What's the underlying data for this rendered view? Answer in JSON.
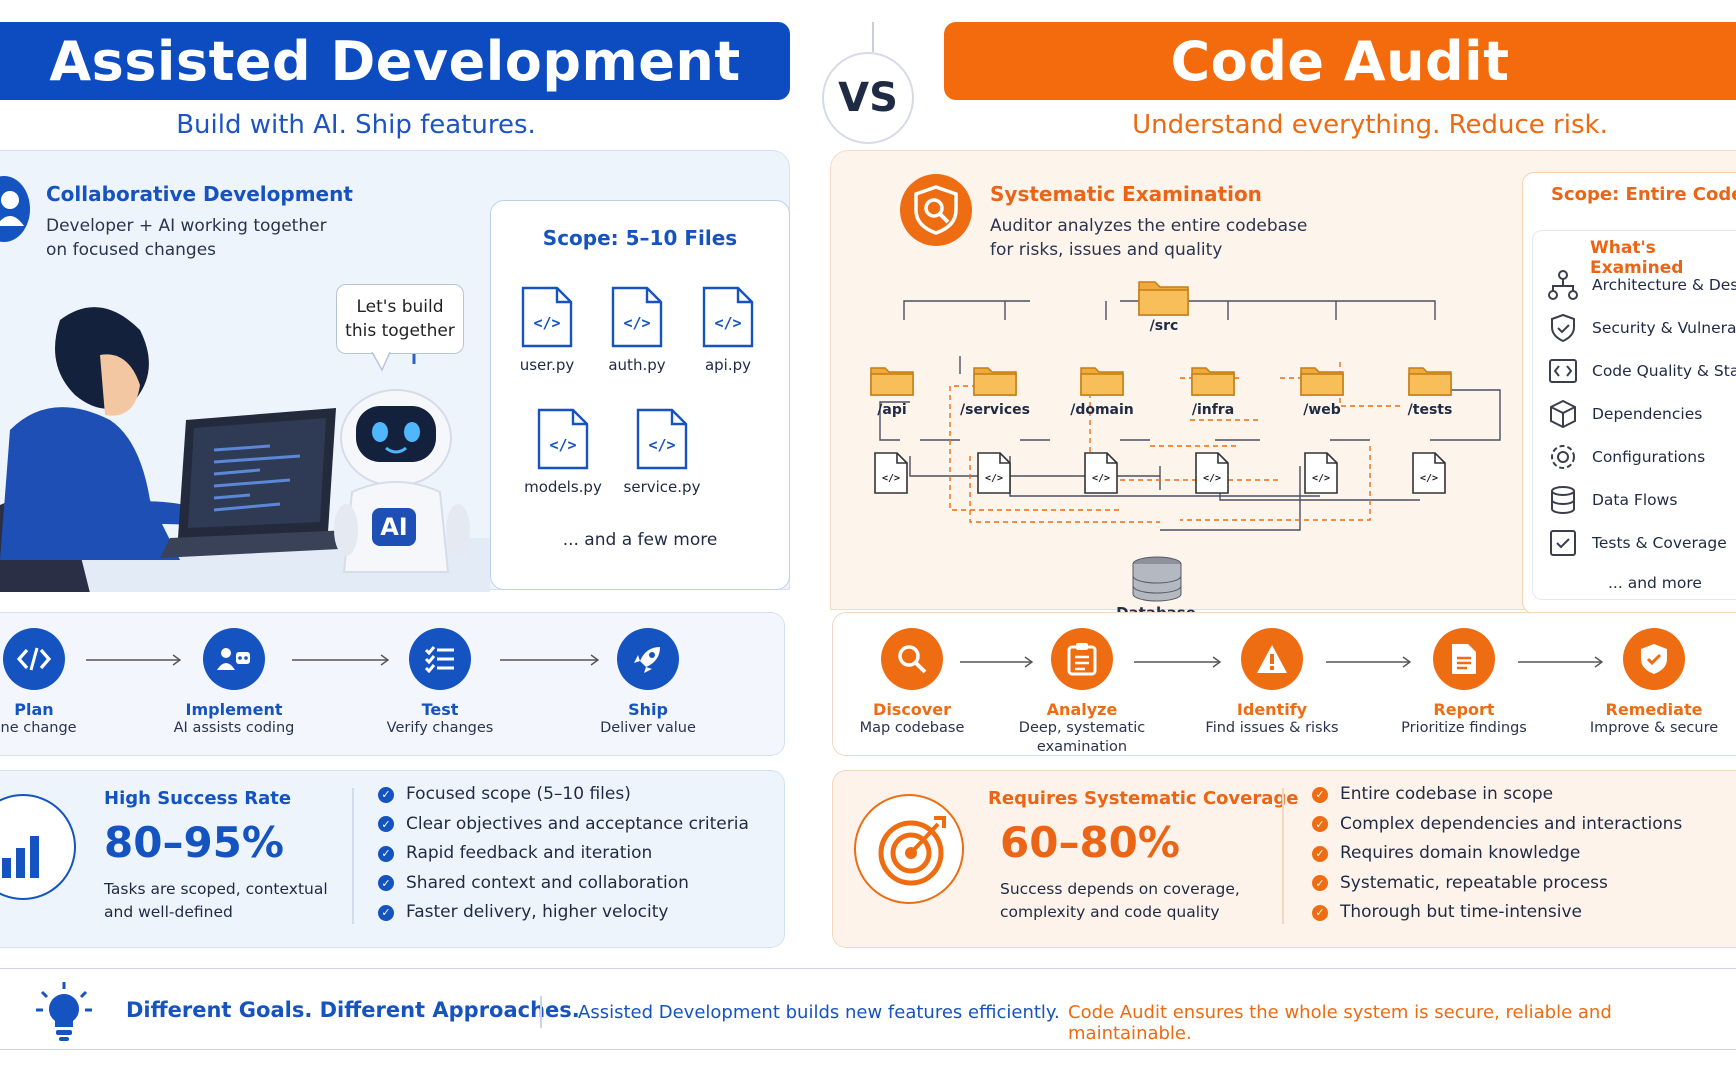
{
  "left": {
    "title": "Assisted Development",
    "tagline": "Build with AI. Ship features.",
    "card_title": "Collaborative Development",
    "card_desc_1": "Developer + AI working together",
    "card_desc_2": "on focused changes",
    "bubble_1": "Let's build",
    "bubble_2": "this together",
    "robot_label": "AI",
    "scope_title": "Scope: 5–10 Files",
    "files": [
      "user.py",
      "auth.py",
      "api.py",
      "models.py",
      "service.py"
    ],
    "files_more": "... and a few more",
    "steps": [
      {
        "name": "Plan",
        "sub": "fine change"
      },
      {
        "name": "Implement",
        "sub": "AI assists coding"
      },
      {
        "name": "Test",
        "sub": "Verify changes"
      },
      {
        "name": "Ship",
        "sub": "Deliver value"
      }
    ],
    "success_title": "High Success Rate",
    "success_value": "80–95%",
    "success_desc_1": "Tasks are scoped, contextual",
    "success_desc_2": "and well-defined",
    "checks": [
      "Focused scope (5–10 files)",
      "Clear objectives and acceptance criteria",
      "Rapid feedback and iteration",
      "Shared context and collaboration",
      "Faster delivery, higher velocity"
    ],
    "color": "#1553c0"
  },
  "vs": "VS",
  "right": {
    "title": "Code Audit",
    "tagline": "Understand everything. Reduce risk.",
    "card_title": "Systematic Examination",
    "card_desc_1": "Auditor analyzes the entire codebase",
    "card_desc_2": "for risks, issues and quality",
    "root_folder": "/src",
    "folders": [
      "/api",
      "/services",
      "/domain",
      "/infra",
      "/web",
      "/tests"
    ],
    "database": "Database",
    "scope_title": "Scope: Entire Codeba",
    "examined_title": "What's Examined",
    "examined": [
      {
        "label": "Architecture & Design",
        "icon": "hierarchy-icon"
      },
      {
        "label": "Security & Vulnerabil",
        "icon": "shield-icon"
      },
      {
        "label": "Code Quality & Stand",
        "icon": "code-icon"
      },
      {
        "label": "Dependencies",
        "icon": "cube-icon"
      },
      {
        "label": "Configurations",
        "icon": "gear-icon"
      },
      {
        "label": "Data Flows",
        "icon": "database-icon"
      },
      {
        "label": "Tests & Coverage",
        "icon": "checkbox-icon"
      }
    ],
    "examined_more": "... and more",
    "steps": [
      {
        "name": "Discover",
        "sub": "Map codebase"
      },
      {
        "name": "Analyze",
        "sub": "Deep, systematic examination"
      },
      {
        "name": "Identify",
        "sub": "Find issues & risks"
      },
      {
        "name": "Report",
        "sub": "Prioritize findings"
      },
      {
        "name": "Remediate",
        "sub": "Improve & secure"
      }
    ],
    "success_title": "Requires Systematic Coverage",
    "success_value": "60–80%",
    "success_desc_1": "Success depends on coverage,",
    "success_desc_2": "complexity and code quality",
    "checks": [
      "Entire codebase in scope",
      "Complex dependencies and interactions",
      "Requires domain knowledge",
      "Systematic, repeatable process",
      "Thorough but time-intensive"
    ],
    "color": "#ef6d12"
  },
  "footer": {
    "headline": "Different Goals. Different Approaches.",
    "left_text": "Assisted Development builds new features efficiently.",
    "right_text": "Code Audit ensures the whole system is secure, reliable and maintainable."
  }
}
